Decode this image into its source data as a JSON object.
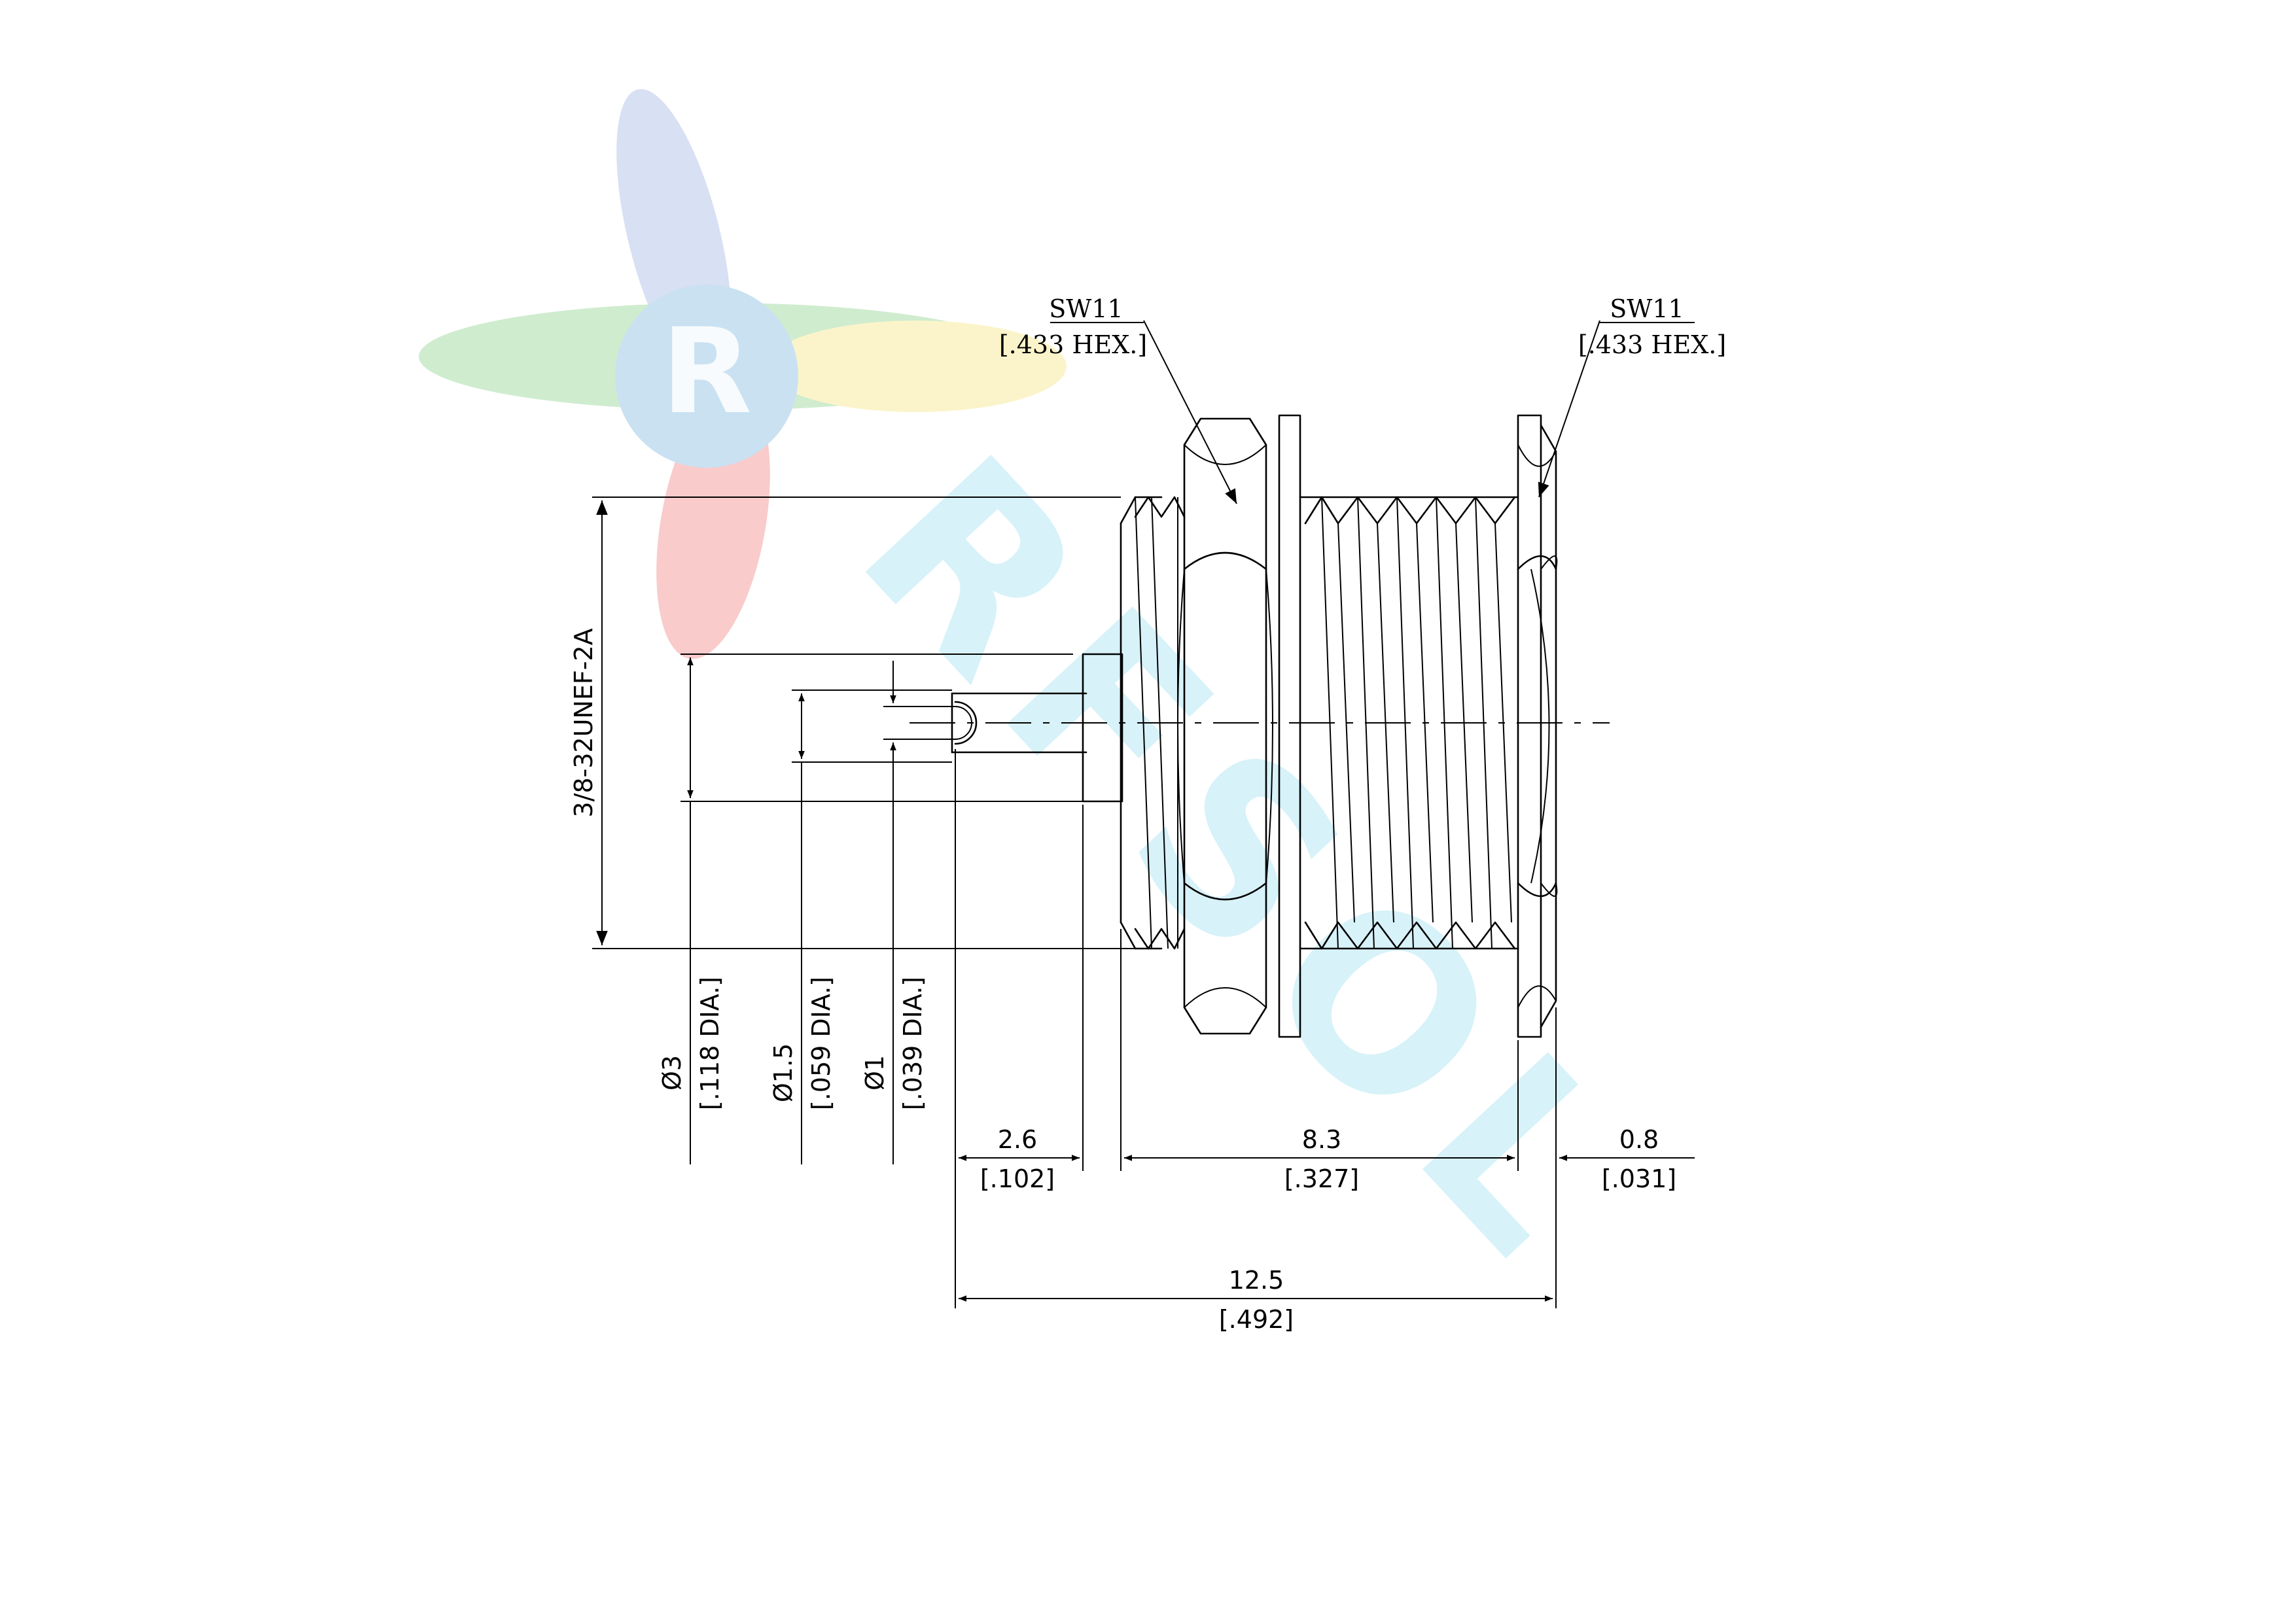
{
  "watermark": {
    "logo_letter": "R",
    "brand": "RFSOL"
  },
  "labels": {
    "hex_left": {
      "line1": "SW11",
      "line2": "[.433 HEX.]"
    },
    "hex_right": {
      "line1": "SW11",
      "line2": "[.433 HEX.]"
    },
    "thread": "3/8-32UNEF-2A",
    "dia3": {
      "line1": "Ø3",
      "line2": "[.118 DIA.]"
    },
    "dia15": {
      "line1": "Ø1.5",
      "line2": "[.059 DIA.]"
    },
    "dia1": {
      "line1": "Ø1",
      "line2": "[.039 DIA.]"
    },
    "dim_2_6": {
      "mm": "2.6",
      "in": "[.102]"
    },
    "dim_8_3": {
      "mm": "8.3",
      "in": "[.327]"
    },
    "dim_0_8": {
      "mm": "0.8",
      "in": "[.031]"
    },
    "dim_12_5": {
      "mm": "12.5",
      "in": "[.492]"
    }
  },
  "colors": {
    "line": "#000000",
    "watermark_blue": "#9fb4dc",
    "watermark_red": "#f08c8c",
    "watermark_green": "#9fd49f",
    "watermark_yellow": "#f5e79a",
    "watermark_cyan": "#bfeaf5"
  }
}
